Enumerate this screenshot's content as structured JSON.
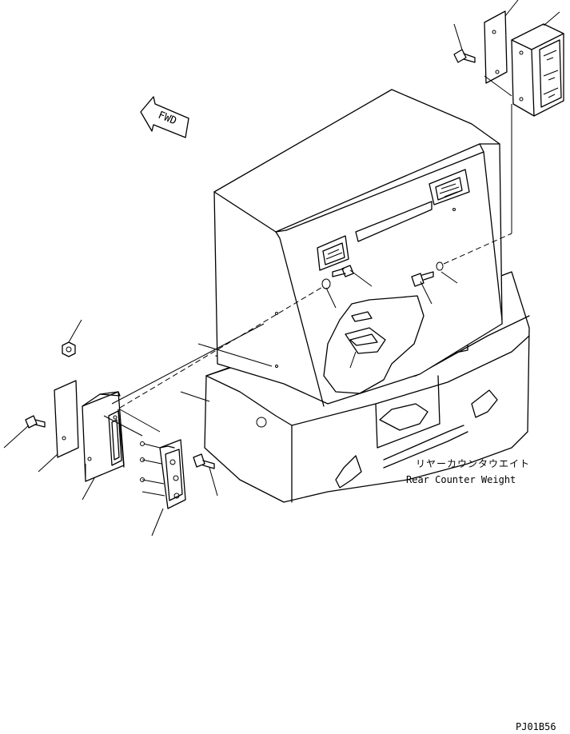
{
  "labels": {
    "part_name_jp": "リヤーカウンタウエイト",
    "part_name_en": "Rear Counter Weight",
    "fwd_arrow": "FWD",
    "drawing_code": "PJ01B56"
  }
}
